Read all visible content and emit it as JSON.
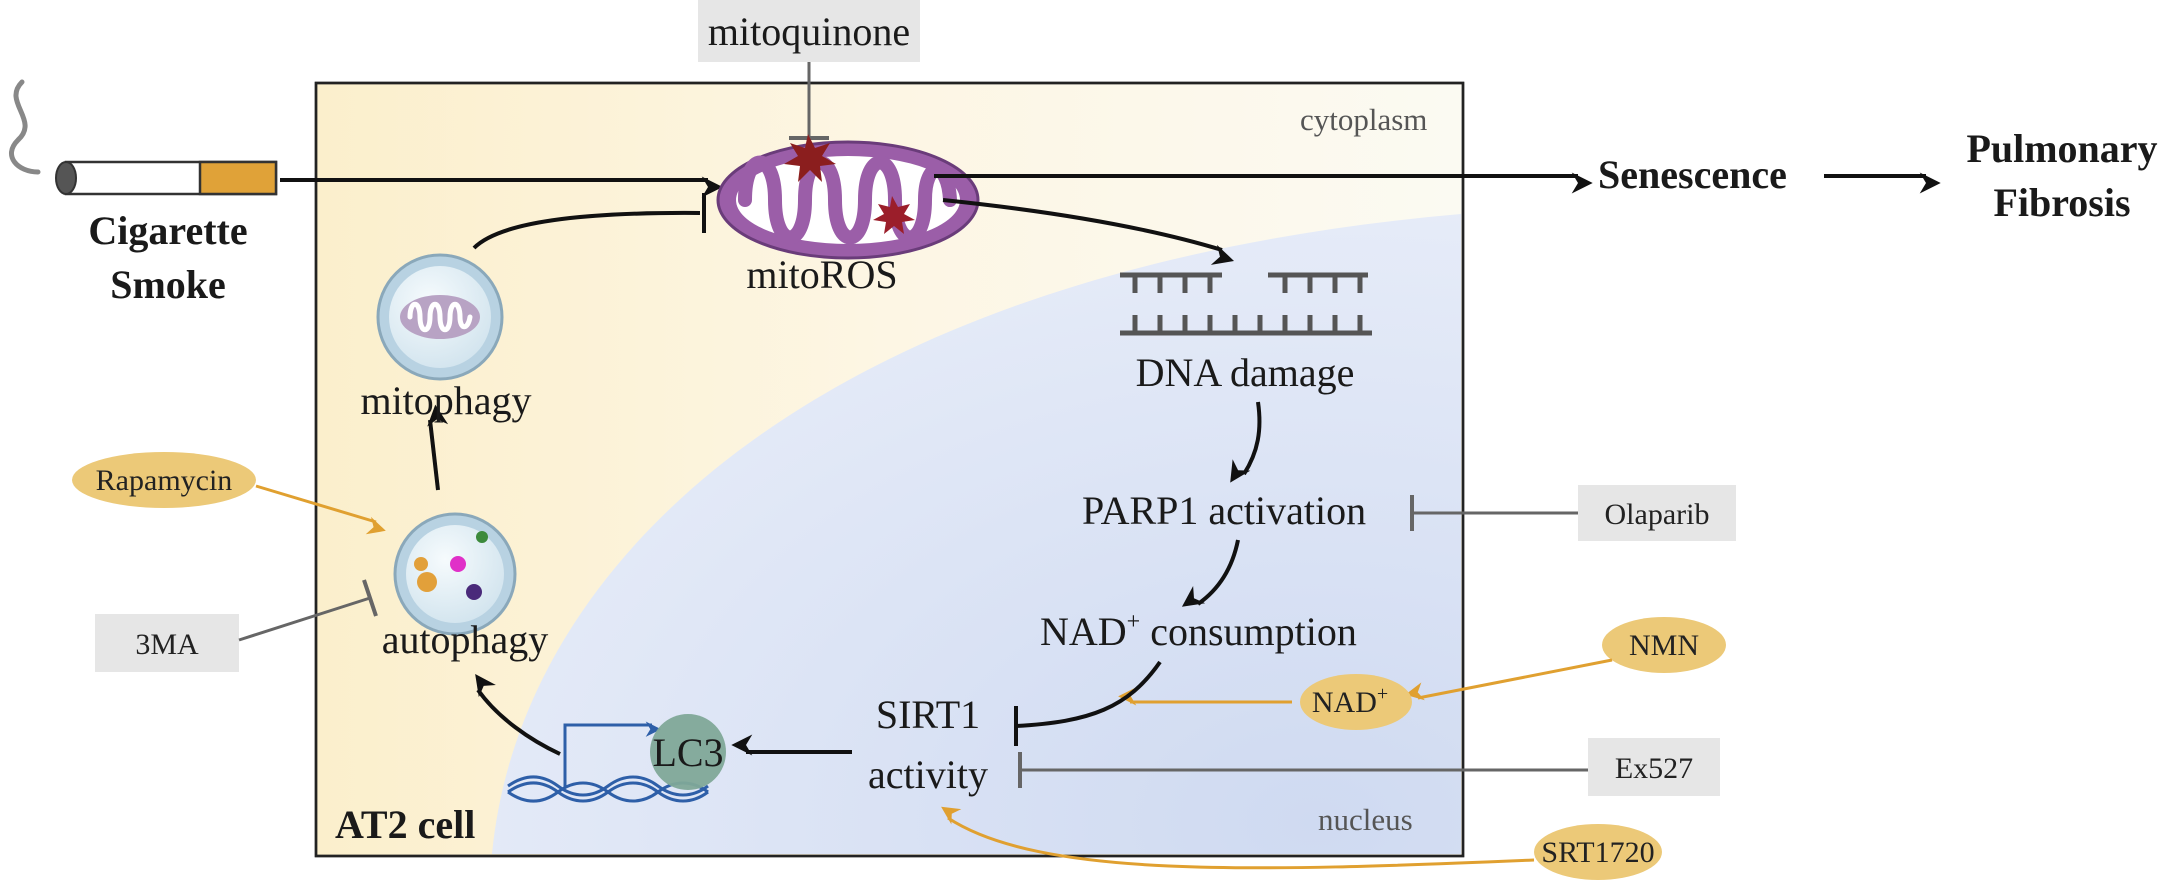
{
  "labels": {
    "mitoquinone": "mitoquinone",
    "cytoplasm": "cytoplasm",
    "nucleus": "nucleus",
    "cigarette_smoke_line1": "Cigarette",
    "cigarette_smoke_line2": "Smoke",
    "mitoros": "mitoROS",
    "senescence": "Senescence",
    "pulmonary_line1": "Pulmonary",
    "pulmonary_line2": "Fibrosis",
    "mitophagy": "mitophagy",
    "autophagy": "autophagy",
    "dna_damage": "DNA damage",
    "parp1_activation": "PARP1 activation",
    "nad_consumption_pre": "NAD",
    "nad_consumption_sup": "+",
    "nad_consumption_post": " consumption",
    "sirt1_line1": "SIRT1",
    "sirt1_line2": "activity",
    "lc3": "LC3",
    "at2_cell": "AT2 cell"
  },
  "drugs": {
    "rapamycin": "Rapamycin",
    "three_ma": "3MA",
    "olaparib": "Olaparib",
    "nmn": "NMN",
    "nad_pre": "NAD",
    "nad_sup": "+",
    "ex527": "Ex527",
    "srt1720": "SRT1720"
  },
  "colors": {
    "cytoplasm_bg": "#fbf3dc",
    "nucleus_bg": "#dfe6f5",
    "drug_box": "#e6e6e6",
    "drug_ellipse": "#ecc978",
    "orange_arrow": "#e0a030",
    "mitochondria": "#9b5ea8",
    "lc3_circle": "#7fa898",
    "dna_helix": "#2e5fa8"
  }
}
